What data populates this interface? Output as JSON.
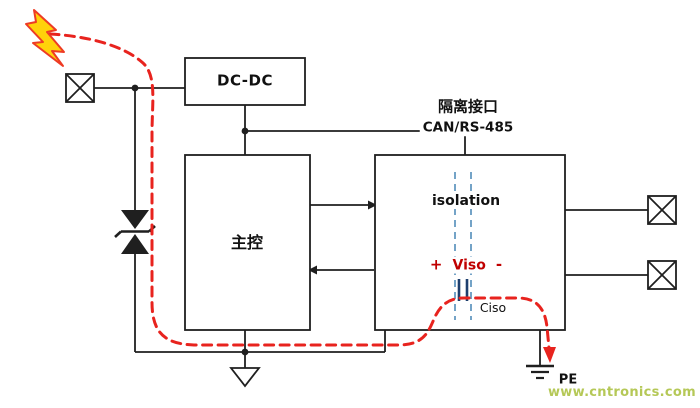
{
  "blocks": {
    "dcdc": "DC-DC",
    "mcu": "主控",
    "isolation": "isolation"
  },
  "header": {
    "title": "隔离接口",
    "subtitle": "CAN/RS-485"
  },
  "isolation_barrier": {
    "viso_plus": "+",
    "viso": "Viso",
    "viso_minus": "-",
    "ciso": "Ciso"
  },
  "ground": {
    "pe": "PE"
  },
  "watermark": "www.cntronics.com",
  "symbols": [
    "lightning-bolt-icon",
    "connector-x-icon-left",
    "connector-x-icon-right-top",
    "connector-x-icon-right-bottom",
    "tvs-diode-icon",
    "signal-ground-icon",
    "earth-ground-pe-icon",
    "isolation-capacitor-icon",
    "isolation-barrier-dashes",
    "surge-current-path"
  ],
  "colors": {
    "line": "#1f1f1f",
    "surge_red": "#e8231e",
    "barrier_blue": "#74a3c7",
    "viso_red": "#c00000",
    "lightning_fill": "#ffd20a",
    "lightning_stroke": "#ee3b24",
    "watermark_green": "#a9bf3a"
  }
}
